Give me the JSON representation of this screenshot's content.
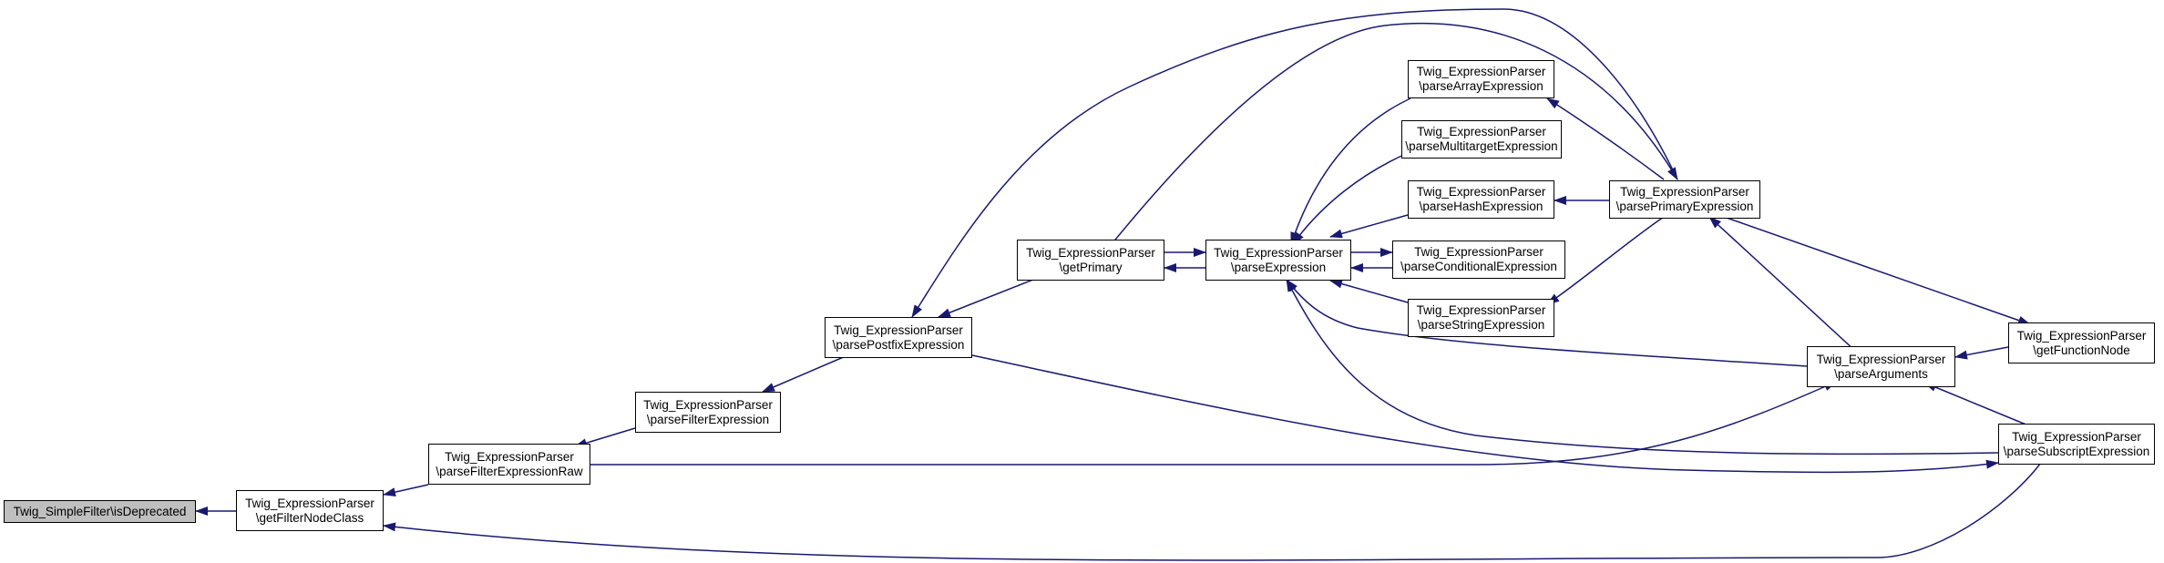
{
  "colors": {
    "edge": "#191970",
    "node_border": "#000000",
    "node_fill": "#ffffff",
    "root_fill": "#bfbfbf"
  },
  "nodes": {
    "root": {
      "lines": [
        "Twig_SimpleFilter\\isDeprecated"
      ]
    },
    "getFilterNodeClass": {
      "lines": [
        "Twig_ExpressionParser",
        "\\getFilterNodeClass"
      ]
    },
    "parseFilterExpressionRaw": {
      "lines": [
        "Twig_ExpressionParser",
        "\\parseFilterExpressionRaw"
      ]
    },
    "parseFilterExpression": {
      "lines": [
        "Twig_ExpressionParser",
        "\\parseFilterExpression"
      ]
    },
    "parsePostfixExpression": {
      "lines": [
        "Twig_ExpressionParser",
        "\\parsePostfixExpression"
      ]
    },
    "getPrimary": {
      "lines": [
        "Twig_ExpressionParser",
        "\\getPrimary"
      ]
    },
    "parseExpression": {
      "lines": [
        "Twig_ExpressionParser",
        "\\parseExpression"
      ]
    },
    "parseArrayExpression": {
      "lines": [
        "Twig_ExpressionParser",
        "\\parseArrayExpression"
      ]
    },
    "parseMultitargetExpression": {
      "lines": [
        "Twig_ExpressionParser",
        "\\parseMultitargetExpression"
      ]
    },
    "parseHashExpression": {
      "lines": [
        "Twig_ExpressionParser",
        "\\parseHashExpression"
      ]
    },
    "parseConditionalExpression": {
      "lines": [
        "Twig_ExpressionParser",
        "\\parseConditionalExpression"
      ]
    },
    "parseStringExpression": {
      "lines": [
        "Twig_ExpressionParser",
        "\\parseStringExpression"
      ]
    },
    "parsePrimaryExpression": {
      "lines": [
        "Twig_ExpressionParser",
        "\\parsePrimaryExpression"
      ]
    },
    "parseArguments": {
      "lines": [
        "Twig_ExpressionParser",
        "\\parseArguments"
      ]
    },
    "getFunctionNode": {
      "lines": [
        "Twig_ExpressionParser",
        "\\getFunctionNode"
      ]
    },
    "parseSubscriptExpression": {
      "lines": [
        "Twig_ExpressionParser",
        "\\parseSubscriptExpression"
      ]
    }
  }
}
